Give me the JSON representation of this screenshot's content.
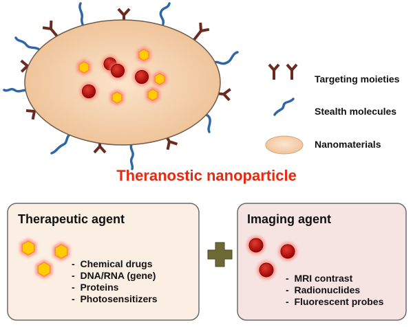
{
  "colors": {
    "nanoparticle_fill": "#f6d3b1",
    "antibody": "#6b2a1f",
    "stealth": "#2f66a8",
    "drug_hex_fill": "#ffcc00",
    "drug_hex_glow": "#ff7b6b",
    "probe_fill": "#cc1010",
    "title_color": "#e8290f",
    "therapeutic_box_bg": "#fbeee3",
    "imaging_box_bg": "#f6e4e3",
    "plus_sign": "#6b6a35"
  },
  "legend": {
    "targeting": "Targeting moieties",
    "stealth": "Stealth molecules",
    "nanomaterials": "Nanomaterials"
  },
  "title": "Theranostic nanoparticle",
  "therapeutic": {
    "heading": "Therapeutic agent",
    "items": [
      "Chemical drugs",
      "DNA/RNA (gene)",
      "Proteins",
      "Photosensitizers"
    ]
  },
  "imaging": {
    "heading": "Imaging agent",
    "items": [
      "MRI contrast",
      "Radionuclides",
      "Fluorescent probes"
    ]
  },
  "icons": {
    "antibody": "y-shaped-antibody-icon",
    "stealth": "wavy-polymer-icon",
    "hexagon": "hexagon-drug-icon",
    "circle": "red-circle-probe-icon",
    "plus": "plus-icon"
  }
}
